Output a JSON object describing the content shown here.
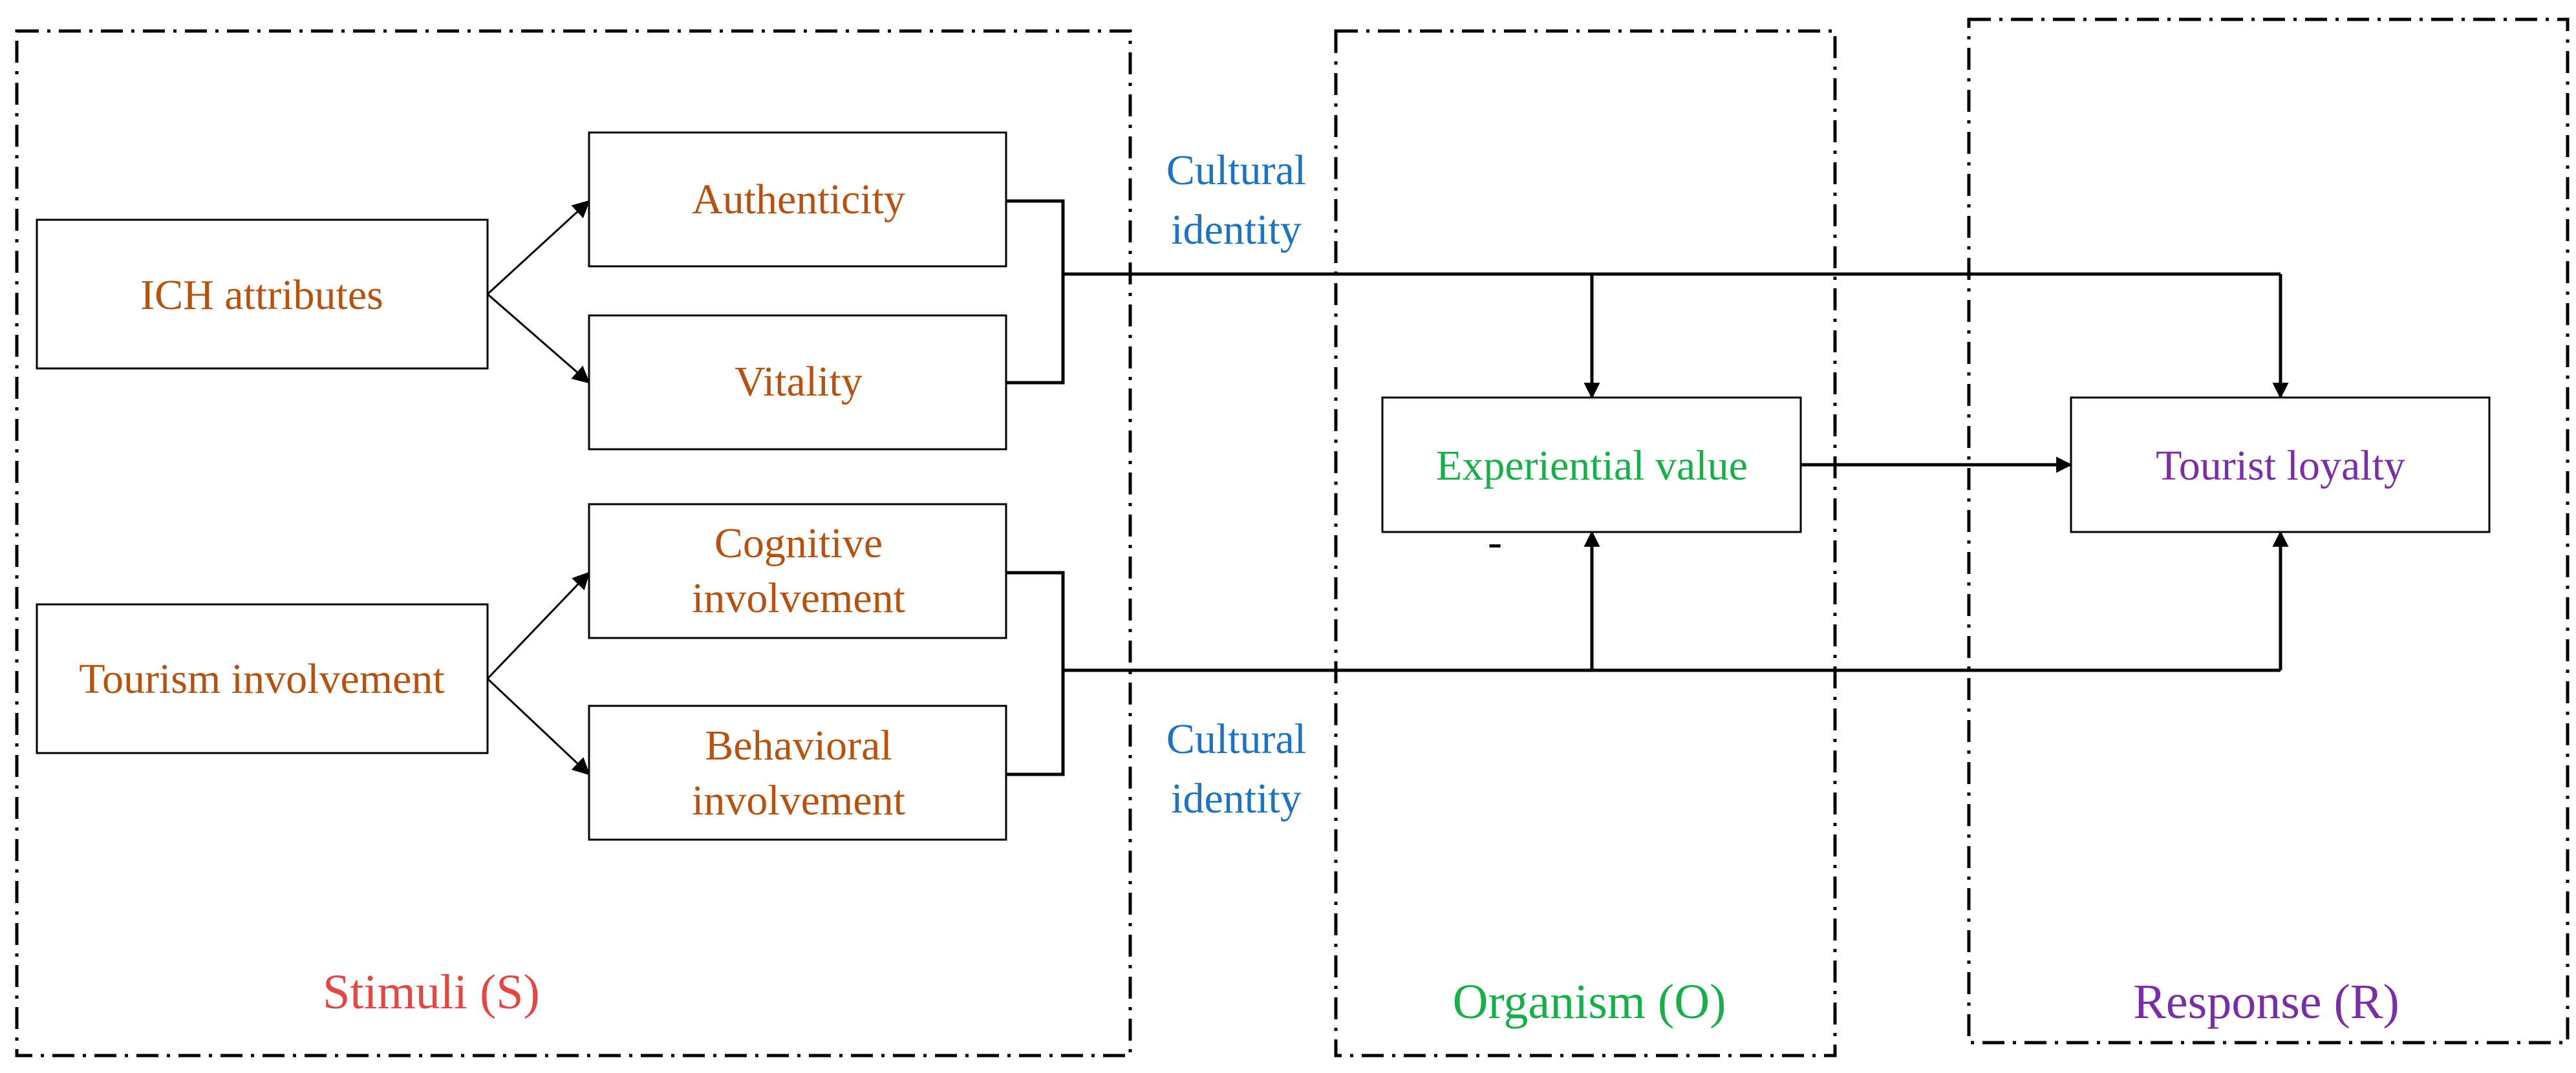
{
  "groups": {
    "stimuli": "Stimuli (S)",
    "organism": "Organism (O)",
    "response": "Response (R)"
  },
  "nodes": {
    "ich_attributes": "ICH attributes",
    "tourism_involvement": "Tourism involvement",
    "authenticity": "Authenticity",
    "vitality": "Vitality",
    "cognitive_line1": "Cognitive",
    "cognitive_line2": "involvement",
    "behavioral_line1": "Behavioral",
    "behavioral_line2": "involvement",
    "experiential_value": "Experiential value",
    "tourist_loyalty": "Tourist loyalty"
  },
  "moderators": {
    "top_line1": "Cultural",
    "top_line2": "identity",
    "bottom_line1": "Cultural",
    "bottom_line2": "identity"
  },
  "marks": {
    "dash": "-"
  },
  "colors": {
    "stimuli_text": "#b5520f",
    "stimuli_group": "#e04848",
    "organism": "#1aae4a",
    "response": "#7a2ea6",
    "moderator": "#1e73be"
  }
}
